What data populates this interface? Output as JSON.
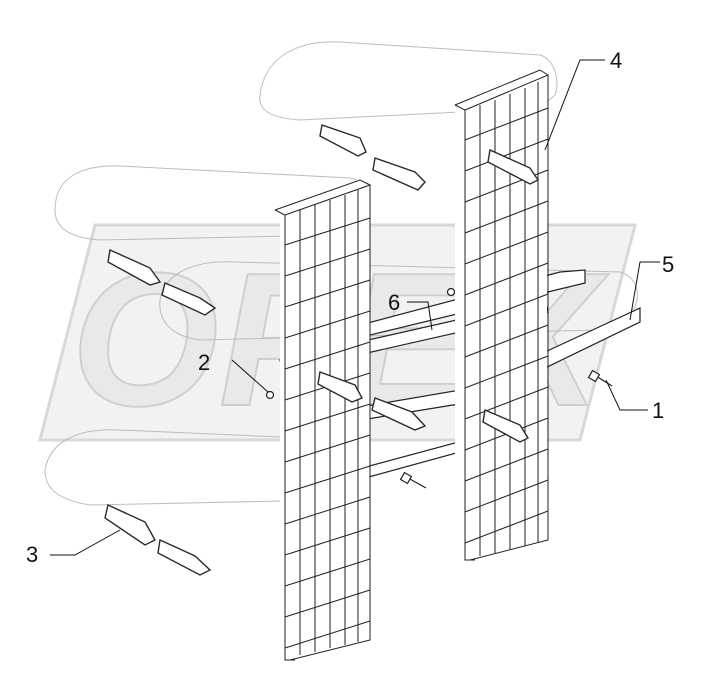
{
  "diagram": {
    "callouts": [
      {
        "id": "1",
        "label": "1"
      },
      {
        "id": "2",
        "label": "2"
      },
      {
        "id": "3",
        "label": "3"
      },
      {
        "id": "4",
        "label": "4"
      },
      {
        "id": "5",
        "label": "5"
      },
      {
        "id": "6",
        "label": "6"
      }
    ],
    "watermark": "OPEX",
    "colors": {
      "line": "#222222",
      "ghost": "#bcbcbc",
      "strap": "#2a2a2a",
      "watermark_fill": "#ececec",
      "watermark_stroke": "#d6d6d6"
    }
  }
}
